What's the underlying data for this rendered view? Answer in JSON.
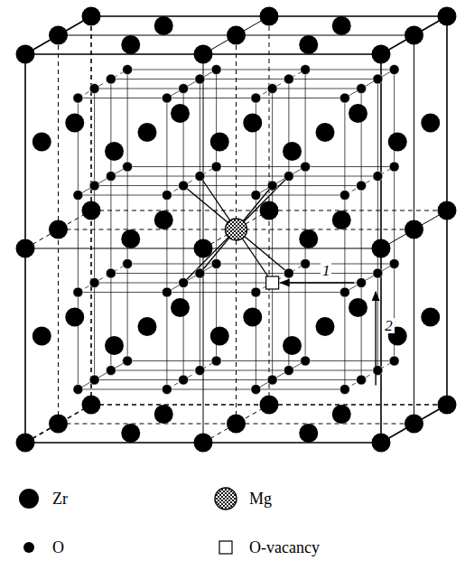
{
  "diagram": {
    "labels": [
      "1",
      "2"
    ],
    "legend": [
      {
        "text": "Zr"
      },
      {
        "text": "Mg"
      },
      {
        "text": "O"
      },
      {
        "text": "O-vacancy"
      }
    ]
  }
}
